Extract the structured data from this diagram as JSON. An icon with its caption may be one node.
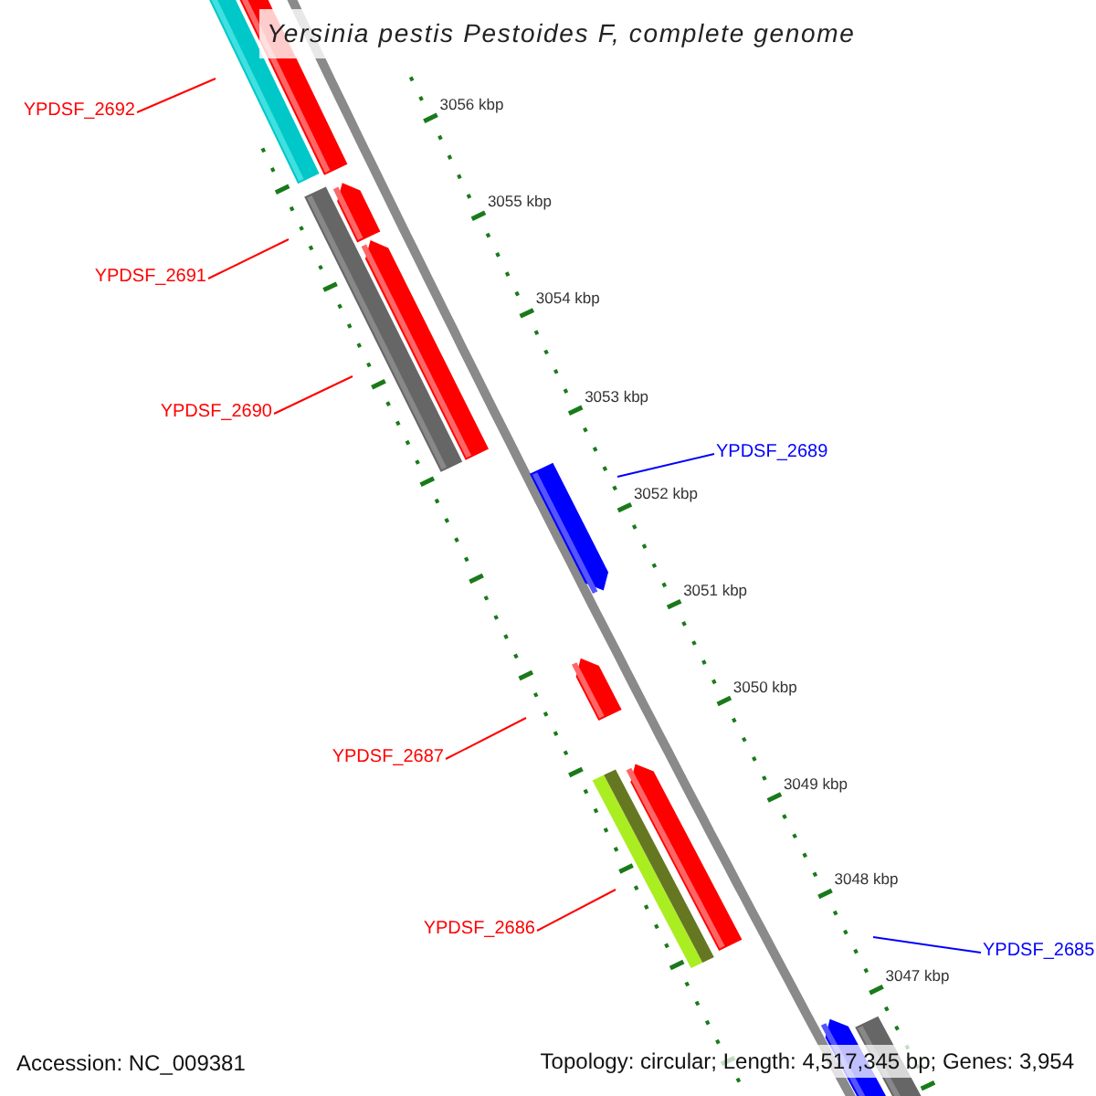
{
  "diagram": {
    "title": "Yersinia pestis Pestoides F, complete genome",
    "nodes": [
      {
        "text": [
          "YPDSF_2692"
        ]
      },
      {
        "text": [
          "YPDSF_2691"
        ]
      },
      {
        "text": [
          "YPDSF_2690"
        ]
      },
      {
        "text": [
          "YPDSF_2689"
        ]
      },
      {
        "text": [
          "YPDSF_2687"
        ]
      },
      {
        "text": [
          "YPDSF_2686"
        ]
      },
      {
        "text": [
          "YPDSF_2685"
        ]
      }
    ],
    "edges": [
      {
        "from": 0,
        "to": null,
        "arrow": "none"
      },
      {
        "from": 1,
        "to": null,
        "arrow": "none"
      },
      {
        "from": 2,
        "to": null,
        "arrow": "none"
      },
      {
        "from": 3,
        "to": null,
        "arrow": "none",
        "color": "#0000ff"
      },
      {
        "from": 4,
        "to": null,
        "arrow": "none"
      },
      {
        "from": 5,
        "to": null,
        "arrow": "none"
      },
      {
        "from": 6,
        "to": null,
        "arrow": "none",
        "color": "#0000ff"
      }
    ],
    "labels": [
      "3056 kbp",
      "3055 kbp",
      "3054 kbp",
      "3053 kbp",
      "3052 kbp",
      "3051 kbp",
      "3050 kbp",
      "3049 kbp",
      "3048 kbp",
      "3047 kbp",
      "Accession: NC_009381",
      "Topology: circular; Length: 4,517,345 bp; Genes: 3,954"
    ]
  }
}
